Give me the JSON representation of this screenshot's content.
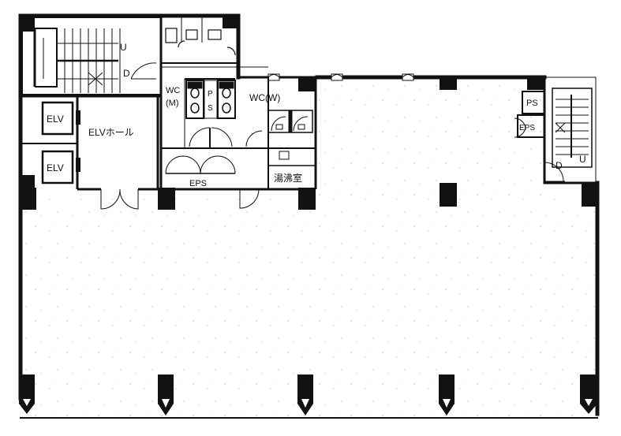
{
  "rooms": {
    "elv_1": "ELV",
    "elv_2": "ELV",
    "elv_hall": "ELVホール",
    "wc_men_line1": "WC",
    "wc_men_line2": "(M)",
    "ps_center_1": "P",
    "ps_center_2": "S",
    "wc_women": "WC(W)",
    "eps_center": "EPS",
    "kitchenette": "湯沸室",
    "ps_right": "PS",
    "eps_right": "EPS"
  },
  "stairs": {
    "left_up": "U",
    "left_down": "D",
    "right_down": "D",
    "right_up": "U"
  }
}
